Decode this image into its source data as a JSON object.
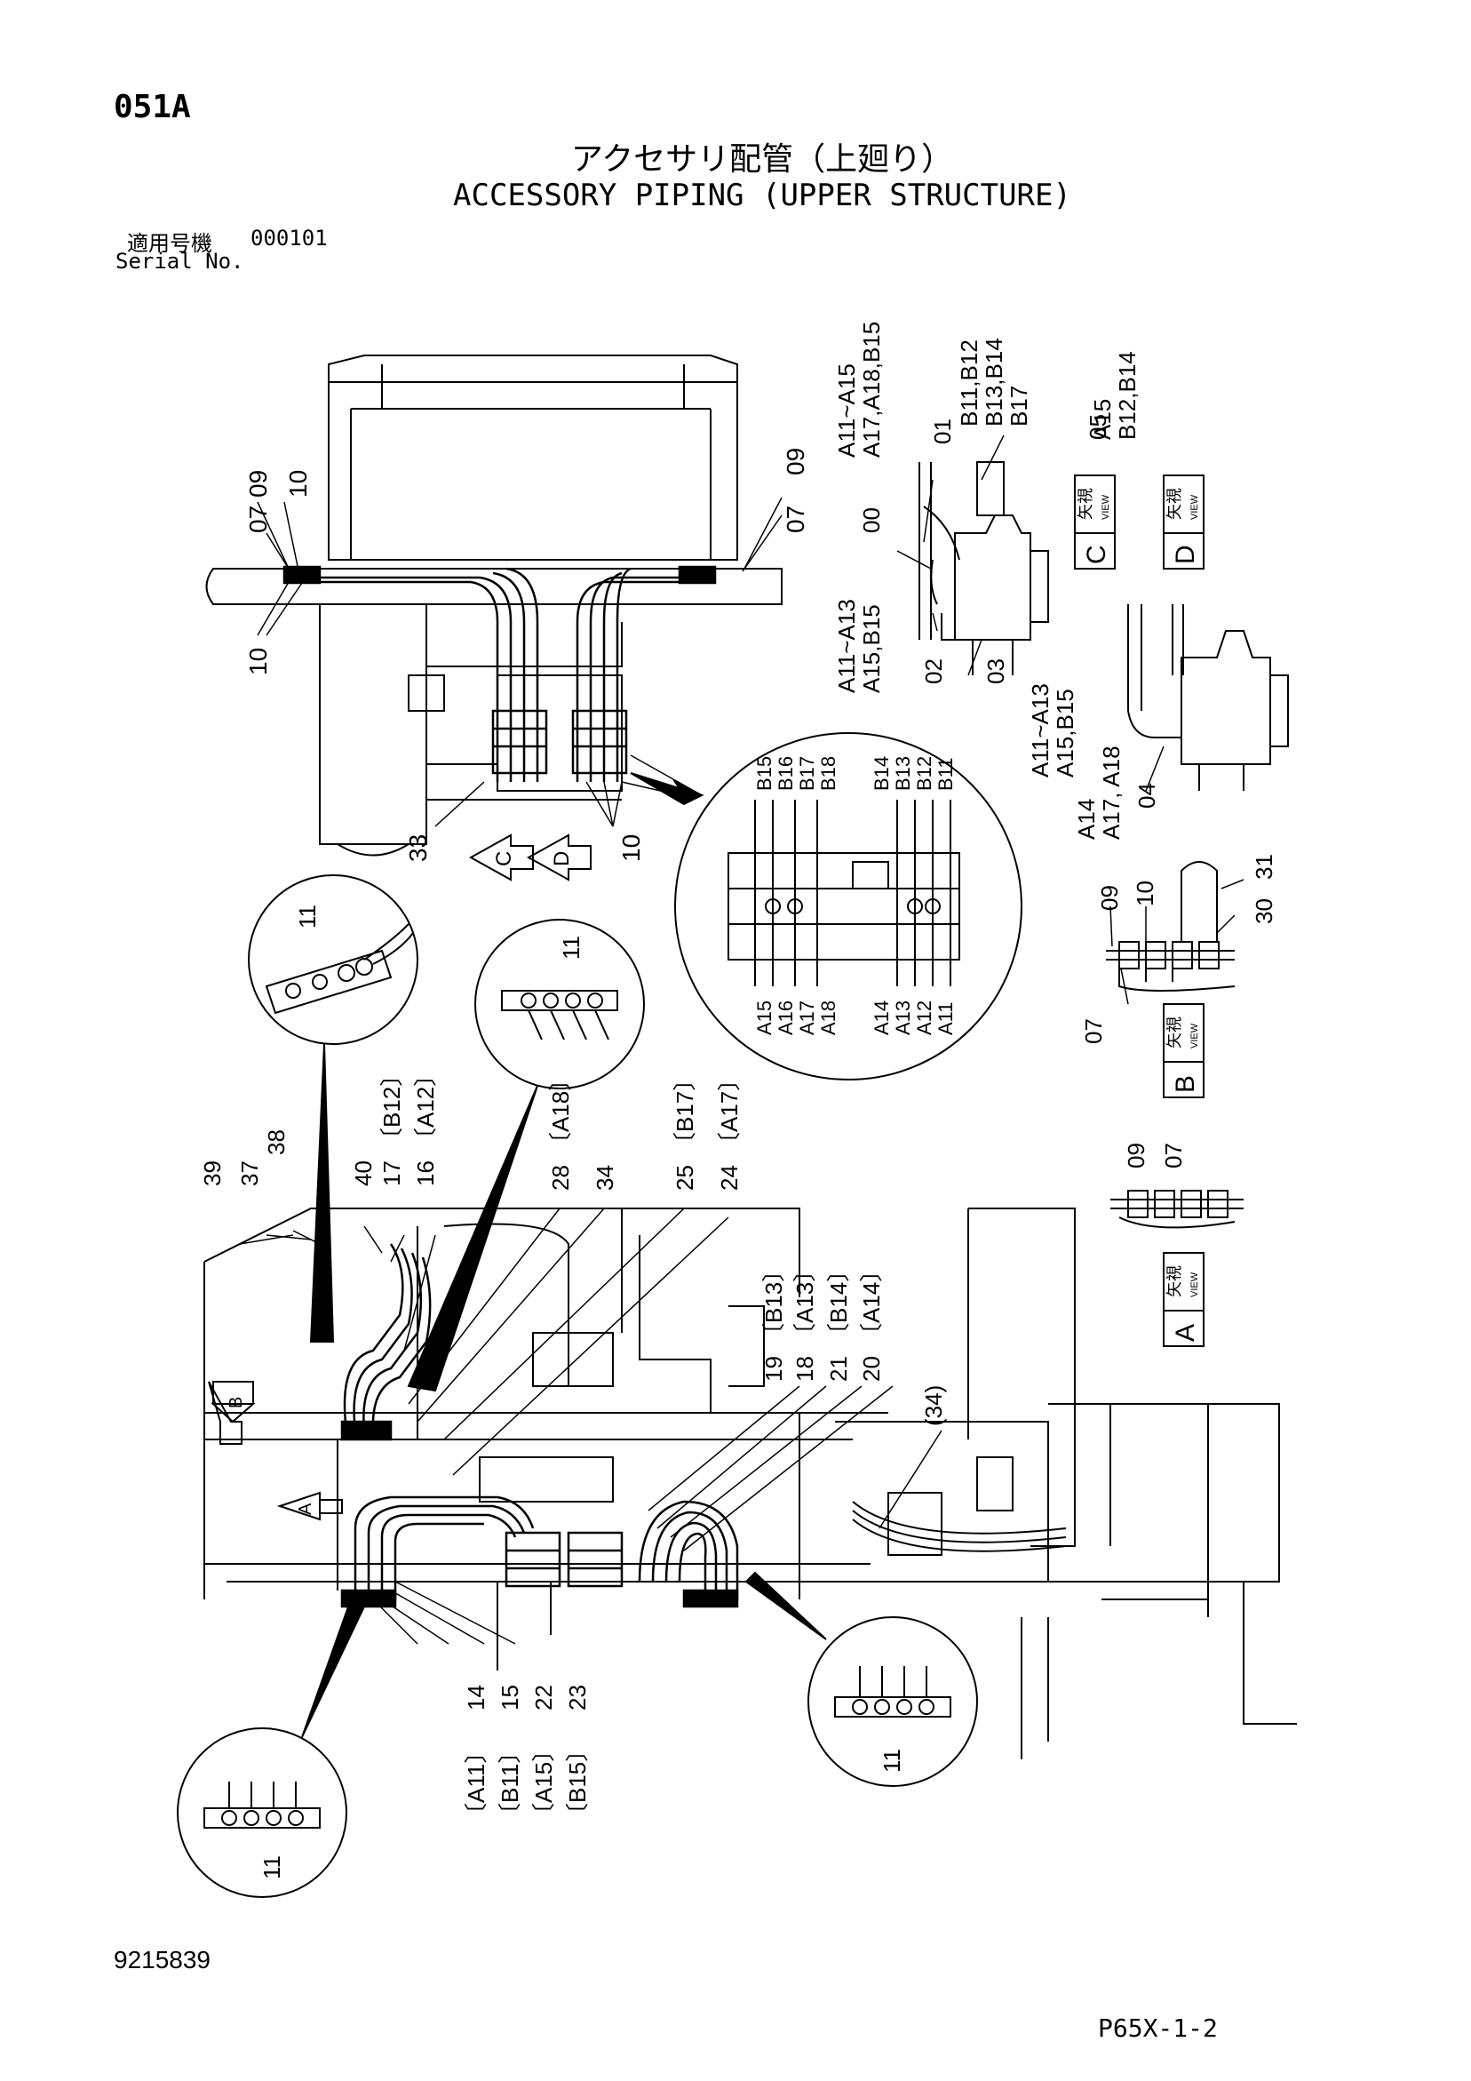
{
  "header": {
    "page_number": "051A",
    "title_ja": "アクセサリ配管（上廻り）",
    "title_en": "ACCESSORY PIPING (UPPER STRUCTURE)",
    "serial_label_ja": "適用号機",
    "serial_value": "000101",
    "serial_label_en": "Serial No."
  },
  "footer": {
    "drawing_number": "9215839",
    "page_code": "P65X-1-2"
  },
  "top_view": {
    "labels": {
      "a": "09",
      "b": "10",
      "c": "07",
      "d": "10",
      "e": "09",
      "f": "07",
      "g": "33",
      "h": "10"
    },
    "arrow_c": "C",
    "arrow_d": "D"
  },
  "view_c": {
    "view_ja": "矢視",
    "view_en": "VIEW",
    "letter": "C",
    "part_00": "00",
    "part_01": "01",
    "part_02": "02",
    "part_03": "03",
    "part_05": "05",
    "bracket_1a": "A11~A15",
    "bracket_1b": "A17,A18,B15",
    "bracket_2a": "B11,B12",
    "bracket_2b": "B13,B14",
    "bracket_2c": "B17",
    "bracket_3a": "A11~A13",
    "bracket_3b": "A15,B15",
    "bracket_4a": "A11~A13",
    "bracket_4b": "A15,B15"
  },
  "view_d": {
    "view_ja": "矢視",
    "view_en": "VIEW",
    "letter": "D",
    "bracket_a": "A15",
    "bracket_b": "B12,B14",
    "part_04": "04",
    "bracket_c": "A14",
    "bracket_d": "A17, A18"
  },
  "detail_circle": {
    "top_labels": [
      "B15",
      "B16",
      "B17",
      "B18",
      "B14",
      "B13",
      "B12",
      "B11"
    ],
    "bottom_labels": [
      "A15",
      "A16",
      "A17",
      "A18",
      "A14",
      "A13",
      "A12",
      "A11"
    ]
  },
  "view_b": {
    "view_ja": "矢視",
    "view_en": "VIEW",
    "letter": "B",
    "part_09": "09",
    "part_10": "10",
    "part_31": "31",
    "part_30": "30",
    "part_07": "07"
  },
  "view_a": {
    "view_ja": "矢視",
    "view_en": "VIEW",
    "letter": "A",
    "part_09": "09",
    "part_07": "07"
  },
  "small_circles": {
    "c1_label": "11",
    "c2_label": "11",
    "c3_label": "11",
    "c4_label": "11"
  },
  "main_view": {
    "top_labels": {
      "l39": "39",
      "l37": "37",
      "l38": "38",
      "l40": "40",
      "l17": "17",
      "l17b": "〔B12〕",
      "l16": "16",
      "l16b": "〔A12〕",
      "l28": "28",
      "l28b": "〔A18〕",
      "l34": "34",
      "l25": "25",
      "l25b": "〔B17〕",
      "l24": "24",
      "l24b": "〔A17〕",
      "l19": "19",
      "l19b": "〔B13〕",
      "l18": "18",
      "l18b": "〔A13〕",
      "l21": "21",
      "l21b": "〔B14〕",
      "l20": "20",
      "l20b": "〔A14〕",
      "l34p": "(34)"
    },
    "bottom_labels": {
      "l14": "14",
      "l14b": "〔A11〕",
      "l15": "15",
      "l15b": "〔B11〕",
      "l22": "22",
      "l22b": "〔A15〕",
      "l23": "23",
      "l23b": "〔B15〕"
    },
    "arrow_b": "B",
    "arrow_a": "A"
  }
}
